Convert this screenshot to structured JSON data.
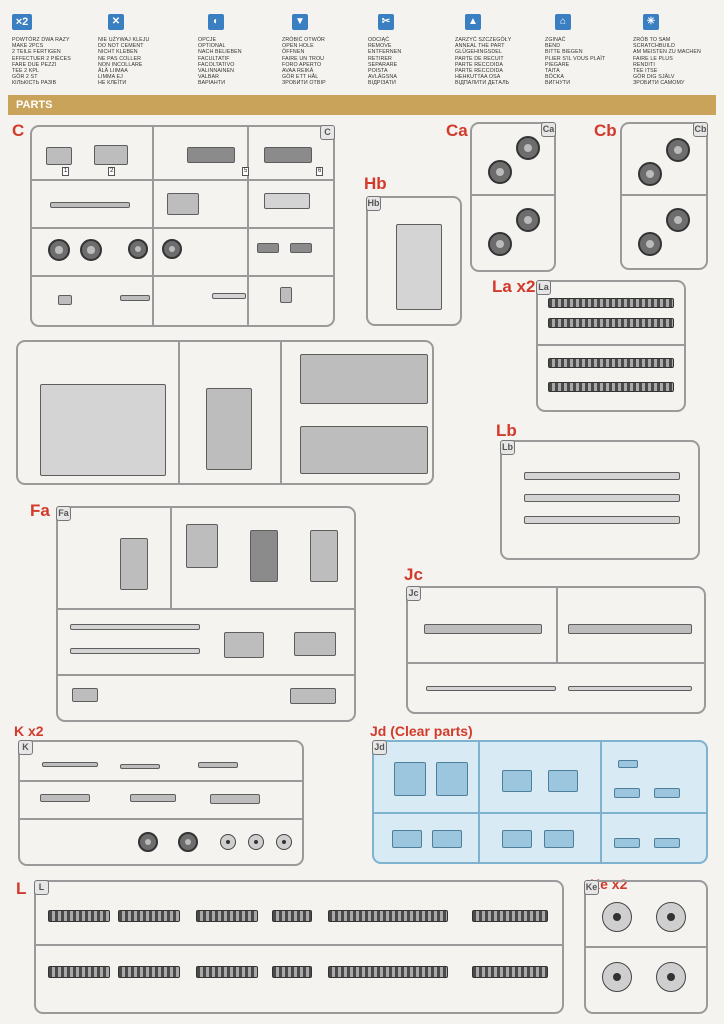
{
  "legend": [
    {
      "icon": "×2",
      "lines": [
        "POWTÓRZ DWA RAZY",
        "MAKE 2pcs",
        "2 TEILE FERTIGEN",
        "EFFECTUER 2 PIÈCES",
        "FARE DUE PEZZI",
        "TEE 2 KPL",
        "GÖR 2 ST",
        "КІЛЬКІСТЬ РАЗІВ"
      ]
    },
    {
      "icon": "✕",
      "lines": [
        "NIE UŻYWAJ KLEJU",
        "DO NOT CEMENT",
        "NICHT KLEBEN",
        "NE PAS COLLER",
        "NON INCOLLARE",
        "ÄLÄ LIIMAA",
        "LIMMA EJ",
        "НЕ КЛЕЇТИ"
      ]
    },
    {
      "icon": "◐",
      "lines": [
        "OPCJE",
        "OPTIONAL",
        "NACH BELIEBEN",
        "FACULTATIF",
        "FACOLTATIVO",
        "VALINNAINEN",
        "VALBAR",
        "ВАРІАНТИ"
      ]
    },
    {
      "icon": "▼",
      "lines": [
        "ZRÓBIĆ OTWÓR",
        "OPEN HOLE",
        "ÖFFNEN",
        "FAIRE UN TROU",
        "FORO APERTO",
        "AVAA REIKÄ",
        "GÖR ETT HÅL",
        "ЗРОБИТИ ОТВІР"
      ]
    },
    {
      "icon": "✂",
      "lines": [
        "ODCIĄĆ",
        "REMOVE",
        "ENTFERNEN",
        "RETIRER",
        "SEPARARE",
        "POISTA",
        "AVLÄGSNA",
        "ВІДРІЗАТИ"
      ]
    },
    {
      "icon": "▲",
      "lines": [
        "ZARZYĆ SZCZEGÓŁY",
        "ANNEAL THE PART",
        "GLÜGEHINGSDEL",
        "PARTE DE RECUIT",
        "PARTE RECCOIDA",
        "PARTE RECCOIDA",
        "HEHKUTTAA OSA",
        "ВІДПАЛИТИ ДЕТАЛЬ"
      ]
    },
    {
      "icon": "⌂",
      "lines": [
        "ZGINAĆ",
        "BEND",
        "BITTE BIEGEN",
        "PLIER S'IL VOUS PLAÎT",
        "PIEGARE",
        "TAITA",
        "BÖCKA",
        "ВИГНУТИ"
      ]
    },
    {
      "icon": "✳",
      "lines": [
        "ZRÓB TO SAM",
        "SCRATCHBUILD",
        "AM MEISTEN ZU MACHEN",
        "FAIRE LE PLUS",
        "RENDITI",
        "TEE ITSE",
        "GÖR DIG SJÄLV",
        "ЗРОБИТИ САМОМУ"
      ]
    }
  ],
  "banner": {
    "title": "PARTS"
  },
  "sections": {
    "C": {
      "label": "C",
      "tag": "C"
    },
    "Ca": {
      "label": "Ca",
      "tag": "Ca"
    },
    "Cb": {
      "label": "Cb",
      "tag": "Cb"
    },
    "Hb": {
      "label": "Hb",
      "tag": "Hb"
    },
    "La": {
      "label": "La x2",
      "tag": "La"
    },
    "Lb": {
      "label": "Lb",
      "tag": "Lb"
    },
    "Fa": {
      "label": "Fa",
      "tag": "Fa"
    },
    "Jc": {
      "label": "Jc",
      "tag": "Jc"
    },
    "K": {
      "label": "K x2",
      "tag": "K"
    },
    "Jd": {
      "label": "Jd (Clear parts)",
      "tag": "Jd"
    },
    "L": {
      "label": "L",
      "tag": "L"
    },
    "Ke": {
      "label": "Ke x2",
      "tag": "Ke"
    }
  },
  "colors": {
    "accent_red": "#d23a2c",
    "banner_gold": "#c9a35a",
    "legend_blue": "#3a7fc1",
    "clear_blue": "#d8eaf4"
  }
}
